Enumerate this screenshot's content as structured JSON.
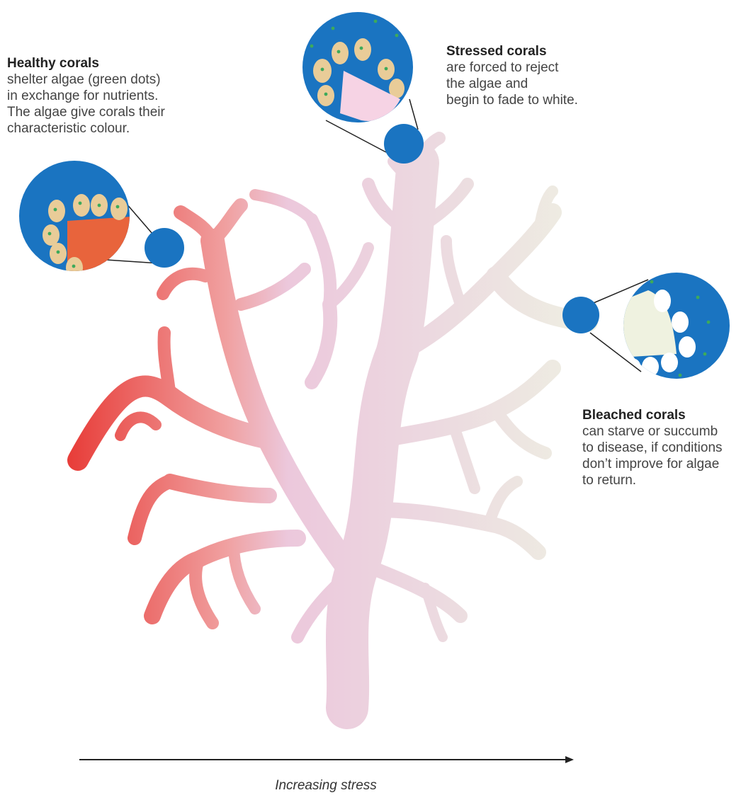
{
  "colors": {
    "ocean_blue": "#1a74c1",
    "healthy_coral": "#e8643c",
    "stressed_coral": "#f6d3e4",
    "bleached_coral": "#eff2e0",
    "algae_cell": "#e9cc98",
    "algae_dot": "#3daa5a",
    "coral_gradient": [
      "#e83e3a",
      "#f0a0a0",
      "#ecc8dc",
      "#ecd9e0",
      "#eeefe2"
    ]
  },
  "captions": {
    "healthy": {
      "title": "Healthy corals",
      "lines": [
        "shelter algae (green dots)",
        "in exchange for nutrients.",
        "The algae give corals their",
        "characteristic colour."
      ]
    },
    "stressed": {
      "title": "Stressed corals",
      "lines": [
        "are forced to reject",
        "the algae and",
        "begin to fade to white."
      ]
    },
    "bleached": {
      "title": "Bleached corals",
      "lines": [
        "can starve or succumb",
        "to disease, if conditions",
        "don’t improve for algae",
        "to return."
      ]
    }
  },
  "axis": {
    "label": "Increasing stress"
  }
}
